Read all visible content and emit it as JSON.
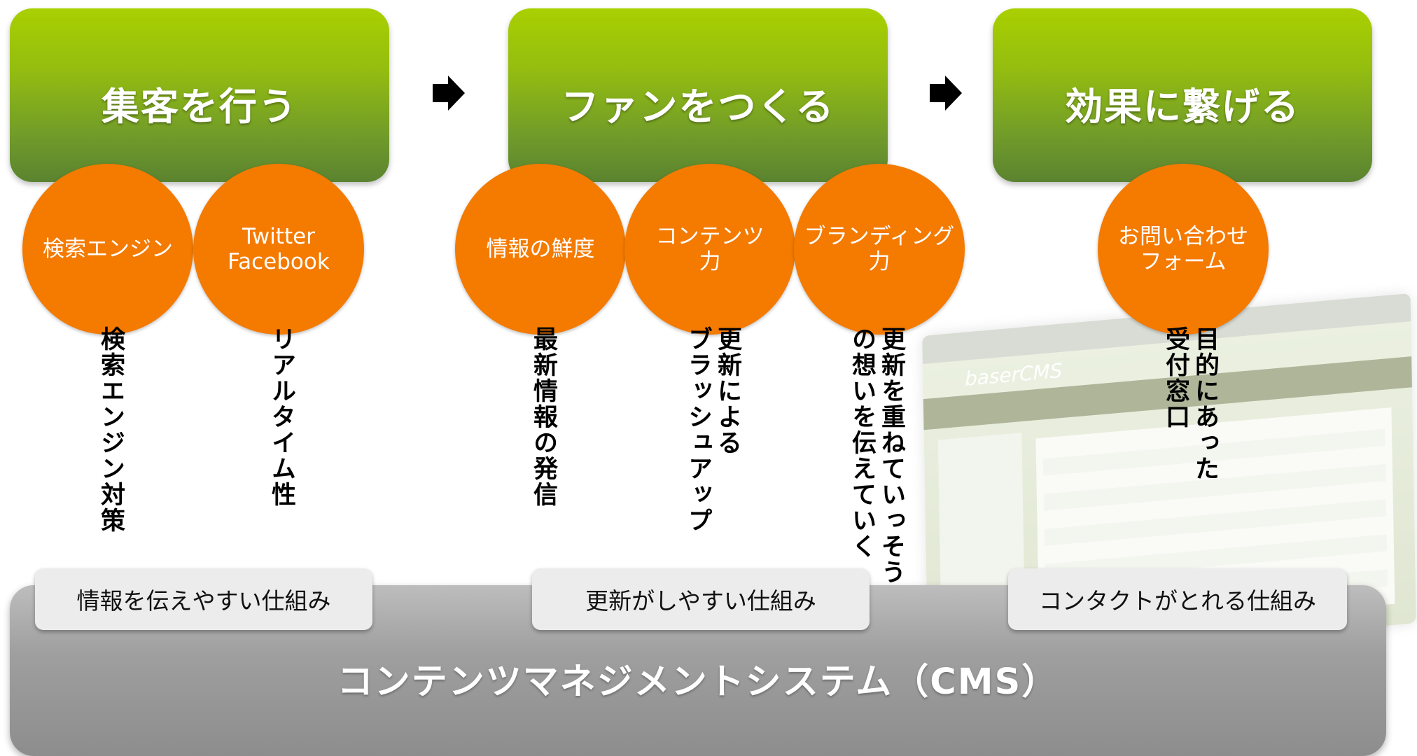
{
  "stages": [
    {
      "title": "集客を行う"
    },
    {
      "title": "ファンをつくる"
    },
    {
      "title": "効果に繋げる"
    }
  ],
  "circles": [
    {
      "label": "検索エンジン"
    },
    {
      "label": "Twitter\nFacebook"
    },
    {
      "label": "情報の鮮度"
    },
    {
      "label": "コンテンツ\n力"
    },
    {
      "label": "ブランディング\n力"
    },
    {
      "label": "お問い合わせ\nフォーム"
    }
  ],
  "descriptions": [
    {
      "col1": "検索エンジン対策"
    },
    {
      "col1": "リアルタイム性"
    },
    {
      "col1": "最新情報の発信"
    },
    {
      "col1": "更新による",
      "col2": "ブラッシュアップ"
    },
    {
      "col1": "更新を重ねていっそう",
      "col2": "の想いを伝えていく"
    },
    {
      "col1": "目的にあった",
      "col2": "受付窓口"
    }
  ],
  "mechanisms": [
    {
      "label": "情報を伝えやすい仕組み"
    },
    {
      "label": "更新がしやすい仕組み"
    },
    {
      "label": "コンタクトがとれる仕組み"
    }
  ],
  "cms": {
    "title": "コンテンツマネジメントシステム（CMS）"
  },
  "screenshot": {
    "logo": "baserCMS"
  },
  "colors": {
    "stage_green": "#94bd10",
    "circle_orange": "#f47a00",
    "base_gray": "#9f9f9f"
  }
}
